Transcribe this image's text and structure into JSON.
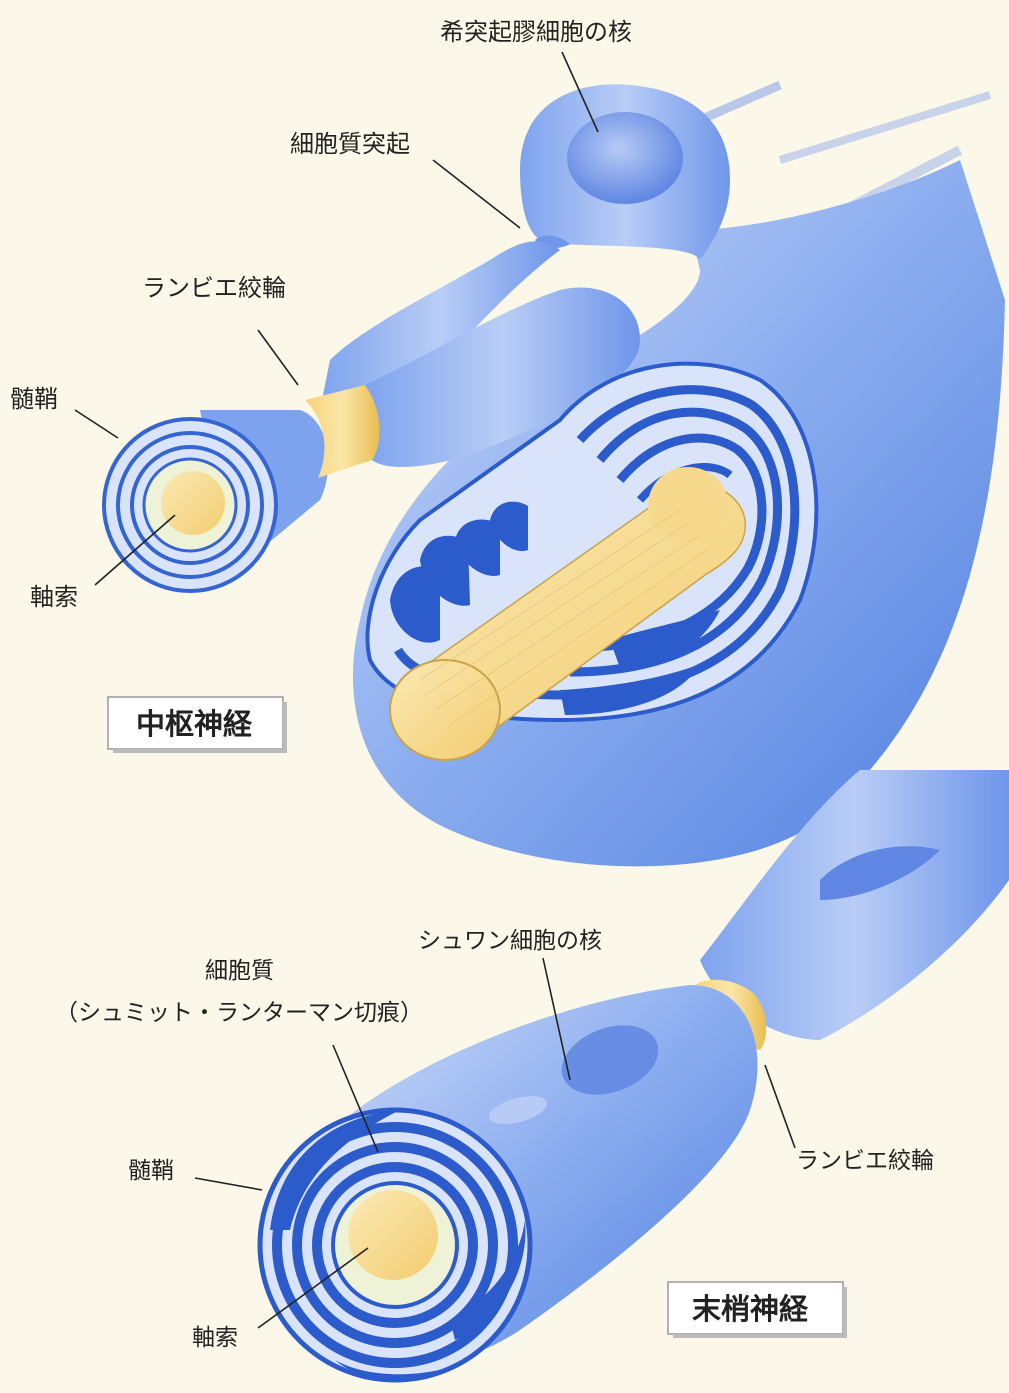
{
  "colors": {
    "background": "#fbf8ea",
    "sheath_light": "#bcd0f5",
    "sheath_mid": "#6f96ea",
    "sheath_dark": "#1f4fc4",
    "axon": "#f7d98a",
    "node": "#f3c85c"
  },
  "central": {
    "box_label": "中枢神経",
    "labels": {
      "oligodendrocyte_nucleus": "希突起膠細胞の核",
      "cytoplasmic_process": "細胞質突起",
      "node_of_ranvier": "ランビエ絞輪",
      "myelin_sheath": "髄鞘",
      "axon": "軸索"
    }
  },
  "peripheral": {
    "box_label": "末梢神経",
    "labels": {
      "schwann_nucleus": "シュワン細胞の核",
      "cytoplasm": "細胞質",
      "schmidt_lanterman": "（シュミット・ランターマン切痕）",
      "node_of_ranvier": "ランビエ絞輪",
      "myelin_sheath": "髄鞘",
      "axon": "軸索"
    }
  }
}
